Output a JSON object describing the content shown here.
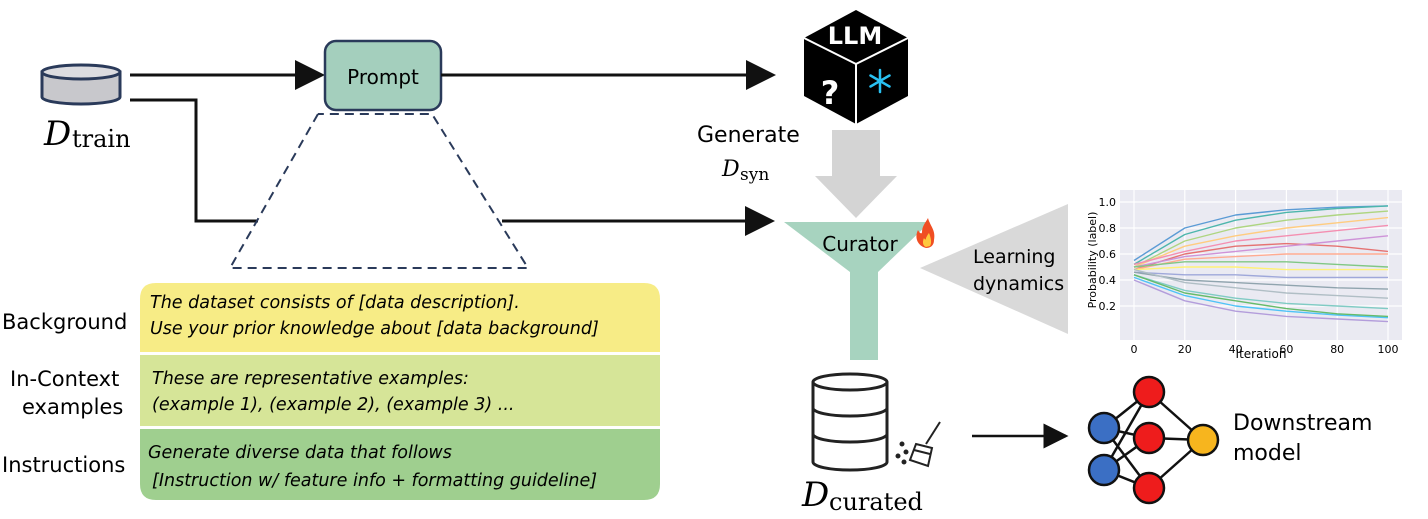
{
  "dataset": {
    "symbol": "D",
    "subscript": "train"
  },
  "prompt": {
    "label": "Prompt"
  },
  "llm": {
    "label": "LLM",
    "question_mark": "?",
    "frozen_icon": "snowflake-icon"
  },
  "generate": {
    "label": "Generate",
    "symbol": "D",
    "subscript": "syn"
  },
  "curator": {
    "label": "Curator",
    "icon": "fire-icon"
  },
  "curated": {
    "symbol": "D",
    "subscript": "curated",
    "icon": "broom-icon"
  },
  "learning_dynamics": {
    "line1": "Learning",
    "line2": "dynamics"
  },
  "downstream": {
    "line1": "Downstream",
    "line2": "model"
  },
  "prompt_sections": [
    {
      "label": "Background",
      "line1": "The dataset consists of [data description].",
      "line2": "Use your prior knowledge about [data background]",
      "color": "#f7ec86"
    },
    {
      "label_line1": "In-Context",
      "label_line2": "examples",
      "line1": "These are representative examples:",
      "line2": "(example 1), (example 2), (example 3) ...",
      "color": "#d6e598"
    },
    {
      "label": "Instructions",
      "line1": "Generate diverse data that follows",
      "line2": "[Instruction w/ feature info + formatting guideline]",
      "color": "#9fcf8f"
    }
  ],
  "colors": {
    "prompt_box": "#a4cfbd",
    "curator_funnel": "#a7d3bf",
    "arrow_gray": "#d4d4d4",
    "node_blue": "#3b6fc4",
    "node_red": "#ee1c1c",
    "node_yellow": "#f7b51e"
  },
  "chart_data": {
    "type": "line",
    "xlabel": "Iteration",
    "ylabel": "Probability (label)",
    "xlim": [
      0,
      100
    ],
    "ylim": [
      0.0,
      1.0
    ],
    "xticks": [
      "0",
      "20",
      "40",
      "60",
      "80",
      "100"
    ],
    "yticks": [
      "0.2",
      "0.4",
      "0.6",
      "0.8",
      "1.0"
    ],
    "grid": true,
    "series": [
      {
        "color": "#5b9bd5",
        "values": [
          0.55,
          0.8,
          0.9,
          0.94,
          0.96,
          0.97
        ]
      },
      {
        "color": "#4db6ac",
        "values": [
          0.52,
          0.75,
          0.86,
          0.92,
          0.95,
          0.97
        ]
      },
      {
        "color": "#aed581",
        "values": [
          0.5,
          0.7,
          0.8,
          0.86,
          0.9,
          0.93
        ]
      },
      {
        "color": "#ffcc80",
        "values": [
          0.5,
          0.66,
          0.74,
          0.8,
          0.84,
          0.88
        ]
      },
      {
        "color": "#f48fb1",
        "values": [
          0.52,
          0.62,
          0.7,
          0.74,
          0.78,
          0.82
        ]
      },
      {
        "color": "#e57373",
        "values": [
          0.48,
          0.6,
          0.66,
          0.68,
          0.66,
          0.62
        ]
      },
      {
        "color": "#ce93d8",
        "values": [
          0.5,
          0.58,
          0.62,
          0.66,
          0.7,
          0.74
        ]
      },
      {
        "color": "#ffab91",
        "values": [
          0.48,
          0.56,
          0.58,
          0.6,
          0.6,
          0.6
        ]
      },
      {
        "color": "#81c784",
        "values": [
          0.5,
          0.54,
          0.54,
          0.54,
          0.52,
          0.5
        ]
      },
      {
        "color": "#fff176",
        "values": [
          0.48,
          0.5,
          0.5,
          0.48,
          0.48,
          0.48
        ]
      },
      {
        "color": "#9fa8da",
        "values": [
          0.46,
          0.44,
          0.44,
          0.42,
          0.42,
          0.42
        ]
      },
      {
        "color": "#90a4ae",
        "values": [
          0.46,
          0.4,
          0.38,
          0.36,
          0.34,
          0.33
        ]
      },
      {
        "color": "#b0bec5",
        "values": [
          0.48,
          0.38,
          0.34,
          0.3,
          0.28,
          0.26
        ]
      },
      {
        "color": "#80cbc4",
        "values": [
          0.44,
          0.32,
          0.26,
          0.22,
          0.2,
          0.18
        ]
      },
      {
        "color": "#4fc3f7",
        "values": [
          0.42,
          0.28,
          0.2,
          0.16,
          0.13,
          0.11
        ]
      },
      {
        "color": "#b39ddb",
        "values": [
          0.4,
          0.24,
          0.16,
          0.12,
          0.1,
          0.08
        ]
      },
      {
        "color": "#66bb6a",
        "values": [
          0.44,
          0.3,
          0.24,
          0.18,
          0.14,
          0.12
        ]
      }
    ],
    "x": [
      0,
      20,
      40,
      60,
      80,
      100
    ]
  }
}
